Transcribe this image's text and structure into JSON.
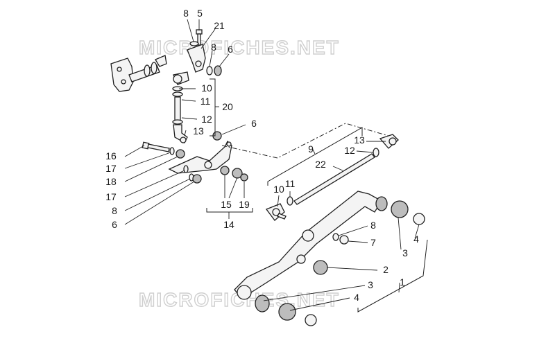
{
  "watermark": {
    "top": "MICROFICHES.NET",
    "bottom": "MICROFICHES.NET"
  },
  "callouts": [
    {
      "id": "c-8-top",
      "label": "8"
    },
    {
      "id": "c-5",
      "label": "5"
    },
    {
      "id": "c-21",
      "label": "21"
    },
    {
      "id": "c-8-b",
      "label": "8"
    },
    {
      "id": "c-6-top",
      "label": "6"
    },
    {
      "id": "c-10-left",
      "label": "10"
    },
    {
      "id": "c-11-left",
      "label": "11"
    },
    {
      "id": "c-20",
      "label": "20"
    },
    {
      "id": "c-12-left",
      "label": "12"
    },
    {
      "id": "c-13-left",
      "label": "13"
    },
    {
      "id": "c-6-mid",
      "label": "6"
    },
    {
      "id": "c-16",
      "label": "16"
    },
    {
      "id": "c-17-a",
      "label": "17"
    },
    {
      "id": "c-18",
      "label": "18"
    },
    {
      "id": "c-17-b",
      "label": "17"
    },
    {
      "id": "c-8-left",
      "label": "8"
    },
    {
      "id": "c-6-left",
      "label": "6"
    },
    {
      "id": "c-15",
      "label": "15"
    },
    {
      "id": "c-19",
      "label": "19"
    },
    {
      "id": "c-14",
      "label": "14"
    },
    {
      "id": "c-9",
      "label": "9"
    },
    {
      "id": "c-13-right",
      "label": "13"
    },
    {
      "id": "c-12-right",
      "label": "12"
    },
    {
      "id": "c-22",
      "label": "22"
    },
    {
      "id": "c-10-right",
      "label": "10"
    },
    {
      "id": "c-11-right",
      "label": "11"
    },
    {
      "id": "c-8-right",
      "label": "8"
    },
    {
      "id": "c-7",
      "label": "7"
    },
    {
      "id": "c-3-top",
      "label": "3"
    },
    {
      "id": "c-4-top",
      "label": "4"
    },
    {
      "id": "c-2",
      "label": "2"
    },
    {
      "id": "c-1",
      "label": "1"
    },
    {
      "id": "c-3-bottom",
      "label": "3"
    },
    {
      "id": "c-4-bottom",
      "label": "4"
    }
  ]
}
